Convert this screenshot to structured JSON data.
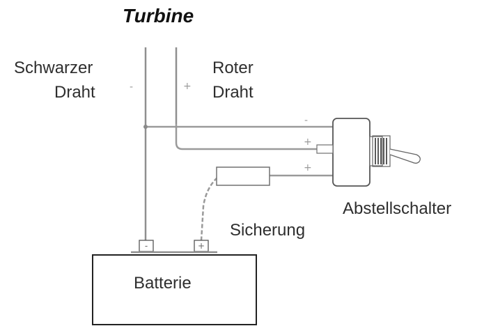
{
  "title": "Turbine",
  "labels": {
    "black_wire": [
      "Schwarzer",
      "Draht"
    ],
    "red_wire": [
      "Roter",
      "Draht"
    ],
    "fuse": "Sicherung",
    "stop_switch": "Abstellschalter",
    "battery": "Batterie"
  },
  "signs": {
    "minus": "-",
    "plus": "+"
  },
  "colors": {
    "wire": "#9a9a9a",
    "outline": "#222222",
    "text": "#2e2e2e"
  }
}
